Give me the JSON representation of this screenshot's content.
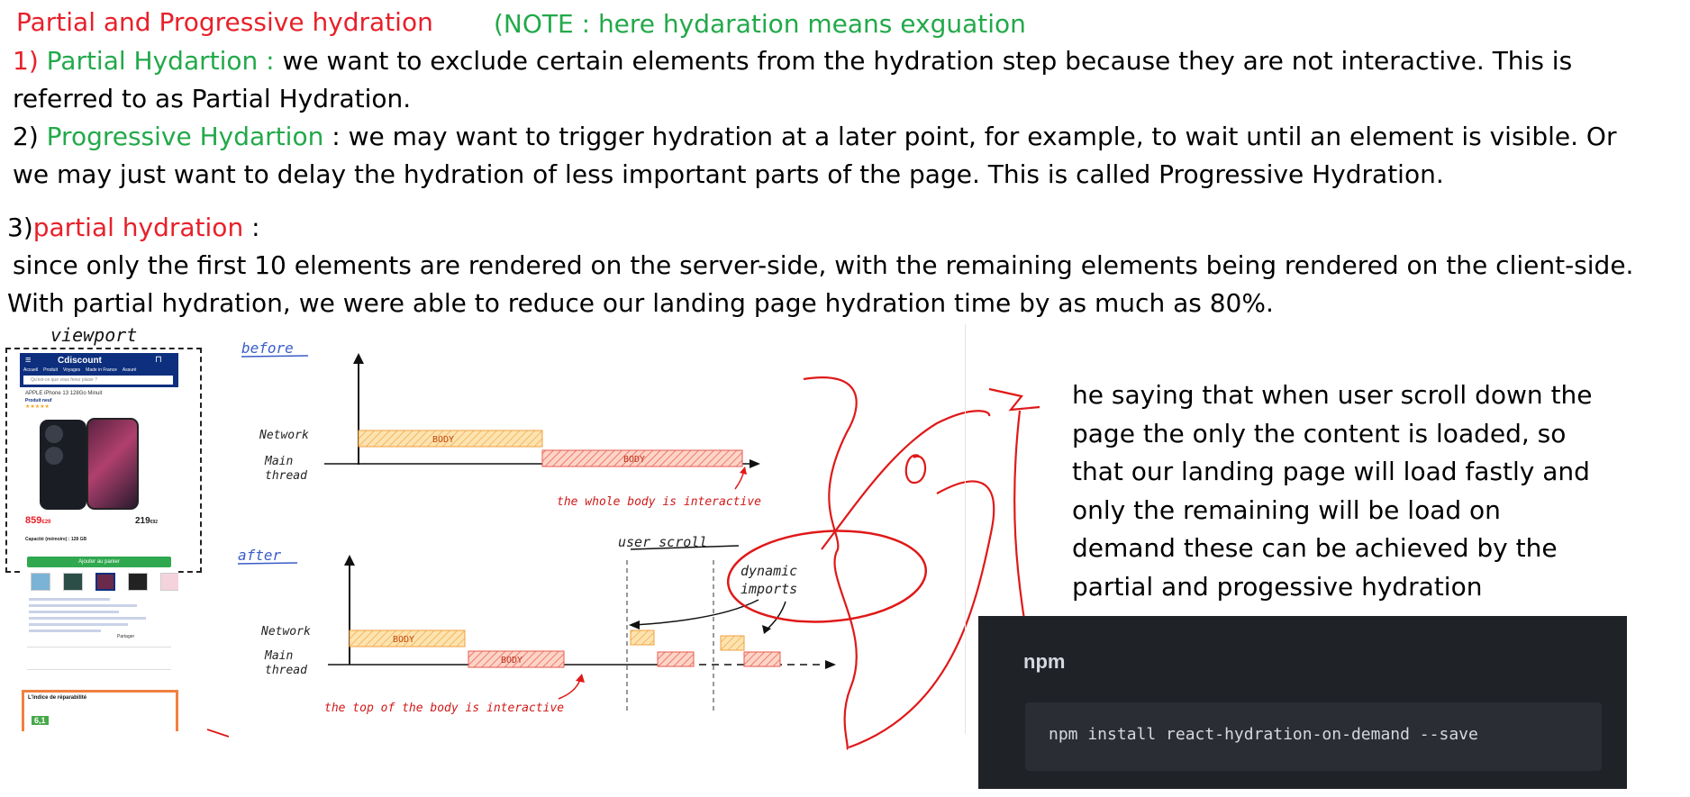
{
  "header": {
    "title": "Partial and Progressive hydration",
    "note": "(NOTE : here hydaration means exguation"
  },
  "points": {
    "p1_num": "1)",
    "p1_term": "Partial Hydartion :",
    "p1_text": "we want to exclude certain elements from the hydration step because they are not interactive. This is",
    "p1_text2": "referred to as Partial Hydration.",
    "p2_num": "2)",
    "p2_term": "Progressive Hydartion",
    "p2_text": ": we may want to trigger hydration at a later point, for example, to wait until an element is visible. Or",
    "p2_text2": "we may just want to delay the hydration of less important parts of the page. This is called Progressive Hydration.",
    "p3_num": "3)",
    "p3_term": "partial hydration",
    "p3_colon": ":",
    "p3_text": "since only the first 10 elements are rendered on the server-side, with the remaining elements being rendered on the client-side.",
    "p3_text2": "With partial hydration, we were able to reduce our landing page hydration time by as much as 80%."
  },
  "diagram": {
    "viewport_label": "viewport",
    "before_label": "before",
    "after_label": "after",
    "network_label": "Network",
    "main_label": "Main",
    "thread_label": "thread",
    "body_label": "BODY",
    "whole_body_caption": "the whole body is interactive",
    "top_body_caption": "the top of the body is interactive",
    "user_scroll": "user scroll",
    "dynamic": "dynamic",
    "imports": "imports",
    "colors": {
      "bar_fill": "#fbd08a",
      "bar_stroke": "#f0a040",
      "main_fill": "#fbc3b0",
      "main_stroke": "#e85a4f",
      "annotation_red": "#e01818",
      "label_blue": "#3a5cc7"
    }
  },
  "phone_mockup": {
    "brand": "Cdiscount",
    "nav_items": [
      "Accueil",
      "Produit",
      "Voyages",
      "Made in France",
      "Assuré"
    ],
    "search_placeholder": "Qu'est-ce que vous ferez plaisir ?",
    "product_title": "APPLE iPhone 13 128Go Minuit",
    "product_badge": "Produit neuf",
    "price_main": "859",
    "price_main_cents": "€29",
    "price_alt": "219",
    "price_alt_cents": "€92",
    "capacity": "Capacité (mémoire) : 128 GB",
    "add_to_cart": "Ajouter au panier",
    "share": "Partager",
    "repair_index_title": "L'indice de réparabilité",
    "repair_score": "6,1"
  },
  "side_note": {
    "lines": [
      "he saying that when user scroll down the",
      "page the only the content is loaded, so",
      "that our landing page will load fastly and",
      "only the remaining will be load on",
      "demand these can be achieved by the",
      "partial and progessive hydration"
    ]
  },
  "npm": {
    "title": "npm",
    "command": "npm install react-hydration-on-demand --save"
  }
}
